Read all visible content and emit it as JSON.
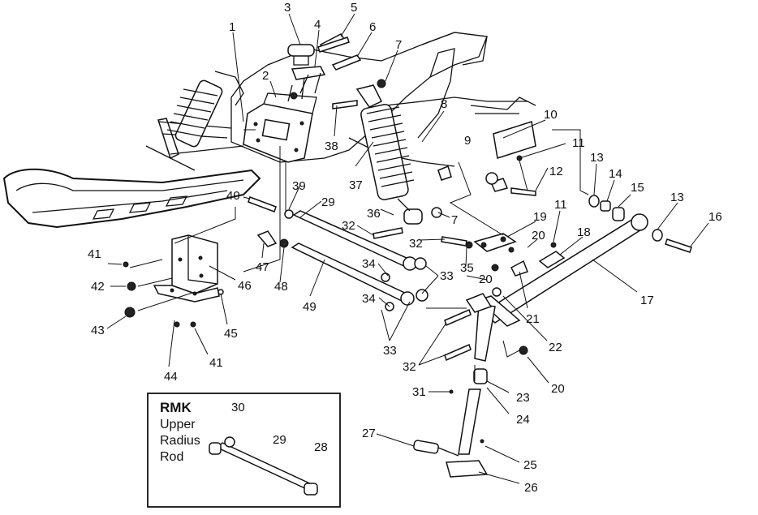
{
  "callouts": {
    "c1": "1",
    "c2": "2",
    "c3": "3",
    "c4": "4",
    "c5": "5",
    "c6": "6",
    "c7a": "7",
    "c7b": "7",
    "c8": "8",
    "c9": "9",
    "c10": "10",
    "c11a": "11",
    "c11b": "11",
    "c12": "12",
    "c13a": "13",
    "c13b": "13",
    "c14": "14",
    "c15": "15",
    "c16": "16",
    "c17": "17",
    "c18": "18",
    "c19": "19",
    "c20a": "20",
    "c20b": "20",
    "c20c": "20",
    "c21": "21",
    "c22": "22",
    "c23": "23",
    "c24": "24",
    "c25": "25",
    "c26": "26",
    "c27": "27",
    "c28": "28",
    "c29a": "29",
    "c29b": "29",
    "c30": "30",
    "c31": "31",
    "c32a": "32",
    "c32b": "32",
    "c32c": "32",
    "c33a": "33",
    "c33b": "33",
    "c34a": "34",
    "c34b": "34",
    "c35": "35",
    "c36": "36",
    "c37": "37",
    "c38": "38",
    "c39": "39",
    "c40": "40",
    "c41a": "41",
    "c41b": "41",
    "c42": "42",
    "c43": "43",
    "c44": "44",
    "c45": "45",
    "c46": "46",
    "c47": "47",
    "c48": "48",
    "c49": "49"
  },
  "inset": {
    "title": "RMK",
    "line1": "Upper",
    "line2": "Radius",
    "line3": "Rod"
  }
}
